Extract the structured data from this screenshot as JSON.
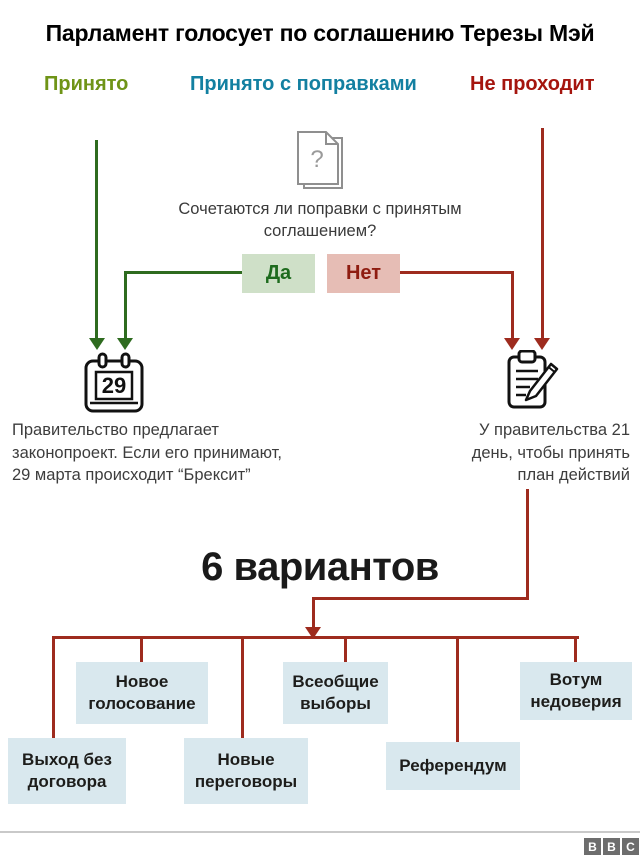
{
  "title": "Парламент голосует по соглашению Терезы Мэй",
  "legend": {
    "accepted": {
      "label": "Принято",
      "color": "#6f9417"
    },
    "amended": {
      "label": "Принято с поправками",
      "color": "#1380a1"
    },
    "rejected": {
      "label": "Не проходит",
      "color": "#a5150e"
    }
  },
  "decision": {
    "icon": "document-question-icon",
    "question_mark": "?",
    "question_line1": "Сочетаются ли поправки с принятым",
    "question_line2": "соглашением?",
    "yes_label": "Да",
    "no_label": "Нет"
  },
  "accepted_branch": {
    "icon": "calendar-icon",
    "calendar_day": "29",
    "note_line1": "Правительство предлагает",
    "note_line2": "законопроект. Если его принимают,",
    "note_line3": "29 марта происходит “Брексит”"
  },
  "rejected_branch": {
    "icon": "clipboard-pencil-icon",
    "note_line1": "У правительства 21",
    "note_line2": "день, чтобы принять",
    "note_line3": "план действий"
  },
  "options": {
    "heading": "6 вариантов",
    "items": [
      {
        "label": "Новое голосование"
      },
      {
        "label": "Всеобщие выборы"
      },
      {
        "label": "Вотум недоверия"
      },
      {
        "label": "Выход без договора"
      },
      {
        "label": "Новые переговоры"
      },
      {
        "label": "Референдум"
      }
    ]
  },
  "footer": {
    "logo": {
      "letters": [
        "B",
        "B",
        "C"
      ]
    }
  },
  "colors": {
    "green_line": "#2e6b1f",
    "red_line": "#9e2b1e",
    "yes_bg": "#cfe0c8",
    "yes_text": "#1e6b1e",
    "no_bg": "#e6bdb5",
    "no_text": "#8e1c10",
    "option_box_bg": "#d9e8ee",
    "footer_logo_bg": "#6d6d6d"
  }
}
